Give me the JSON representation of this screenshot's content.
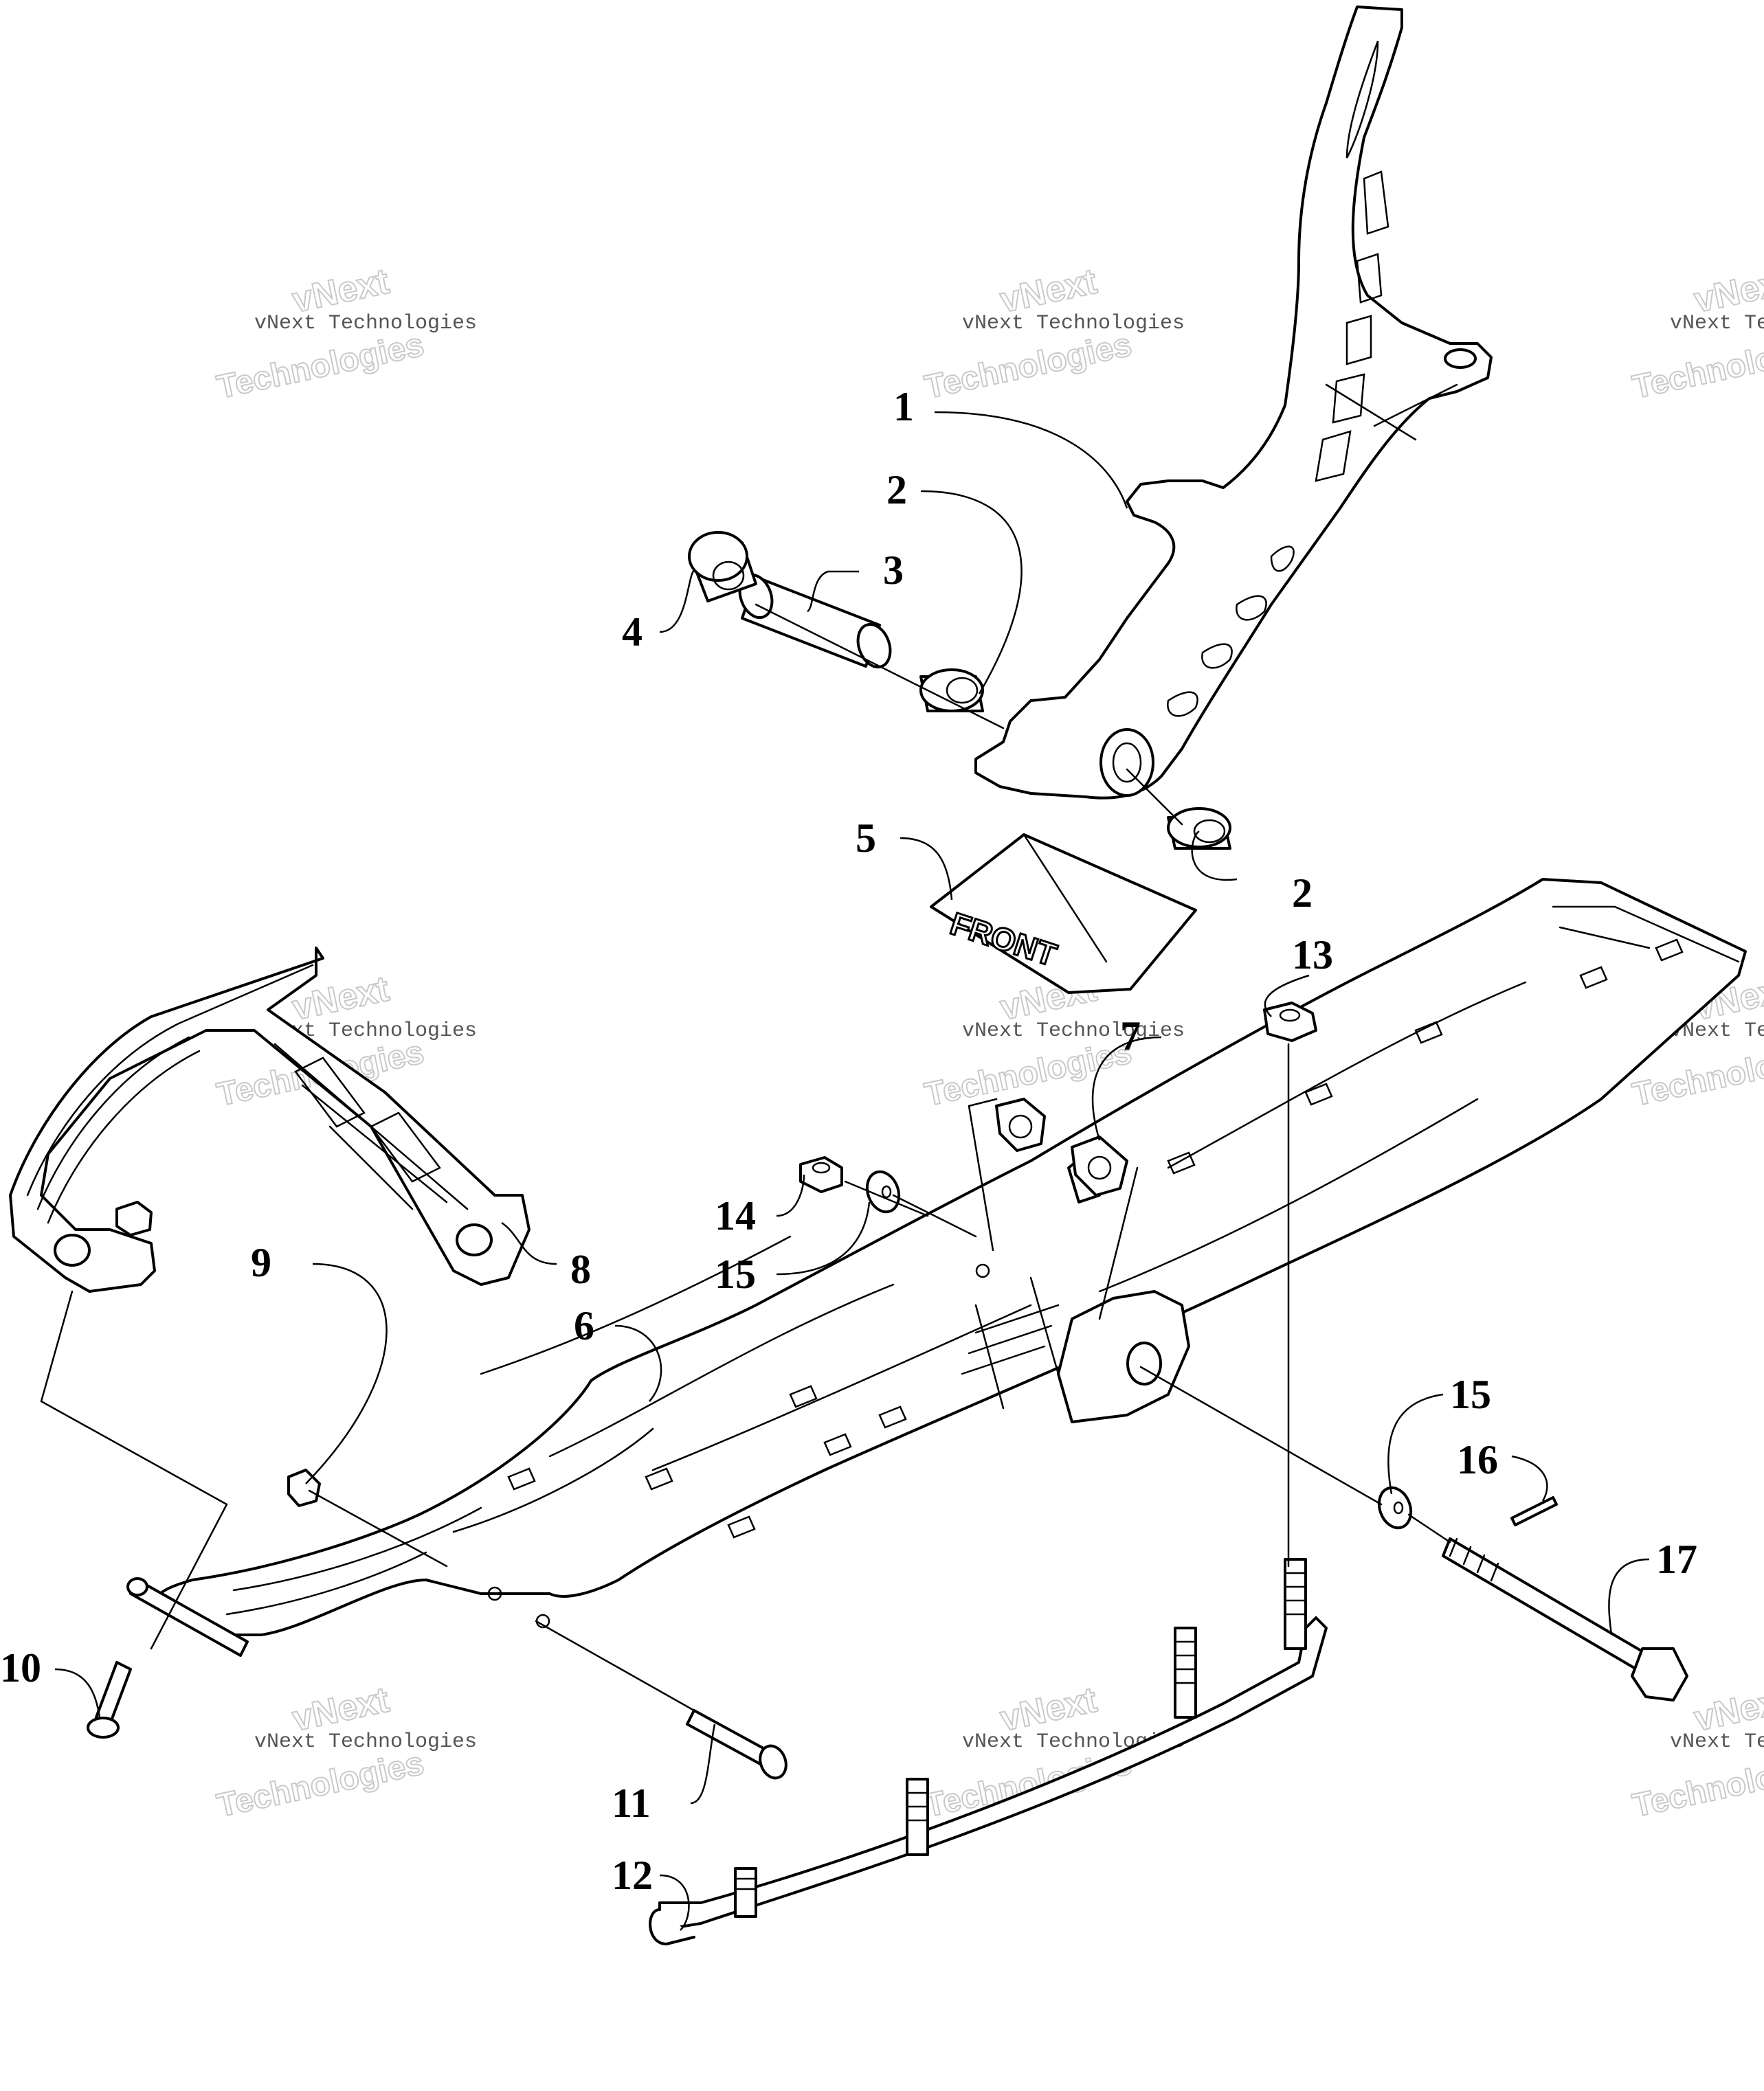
{
  "watermark": {
    "line_top": "vNext",
    "line_middle": "vNext Technologies",
    "line_bottom": "Technologies"
  },
  "decal_text": "FRONT",
  "callouts": [
    {
      "id": "c1",
      "label": "1"
    },
    {
      "id": "c2a",
      "label": "2"
    },
    {
      "id": "c2b",
      "label": "2"
    },
    {
      "id": "c3",
      "label": "3"
    },
    {
      "id": "c4",
      "label": "4"
    },
    {
      "id": "c5",
      "label": "5"
    },
    {
      "id": "c6",
      "label": "6"
    },
    {
      "id": "c7",
      "label": "7"
    },
    {
      "id": "c8",
      "label": "8"
    },
    {
      "id": "c9",
      "label": "9"
    },
    {
      "id": "c10",
      "label": "10"
    },
    {
      "id": "c11",
      "label": "11"
    },
    {
      "id": "c12",
      "label": "12"
    },
    {
      "id": "c13",
      "label": "13"
    },
    {
      "id": "c14",
      "label": "14"
    },
    {
      "id": "c15a",
      "label": "15"
    },
    {
      "id": "c15b",
      "label": "15"
    },
    {
      "id": "c16",
      "label": "16"
    },
    {
      "id": "c17",
      "label": "17"
    }
  ]
}
